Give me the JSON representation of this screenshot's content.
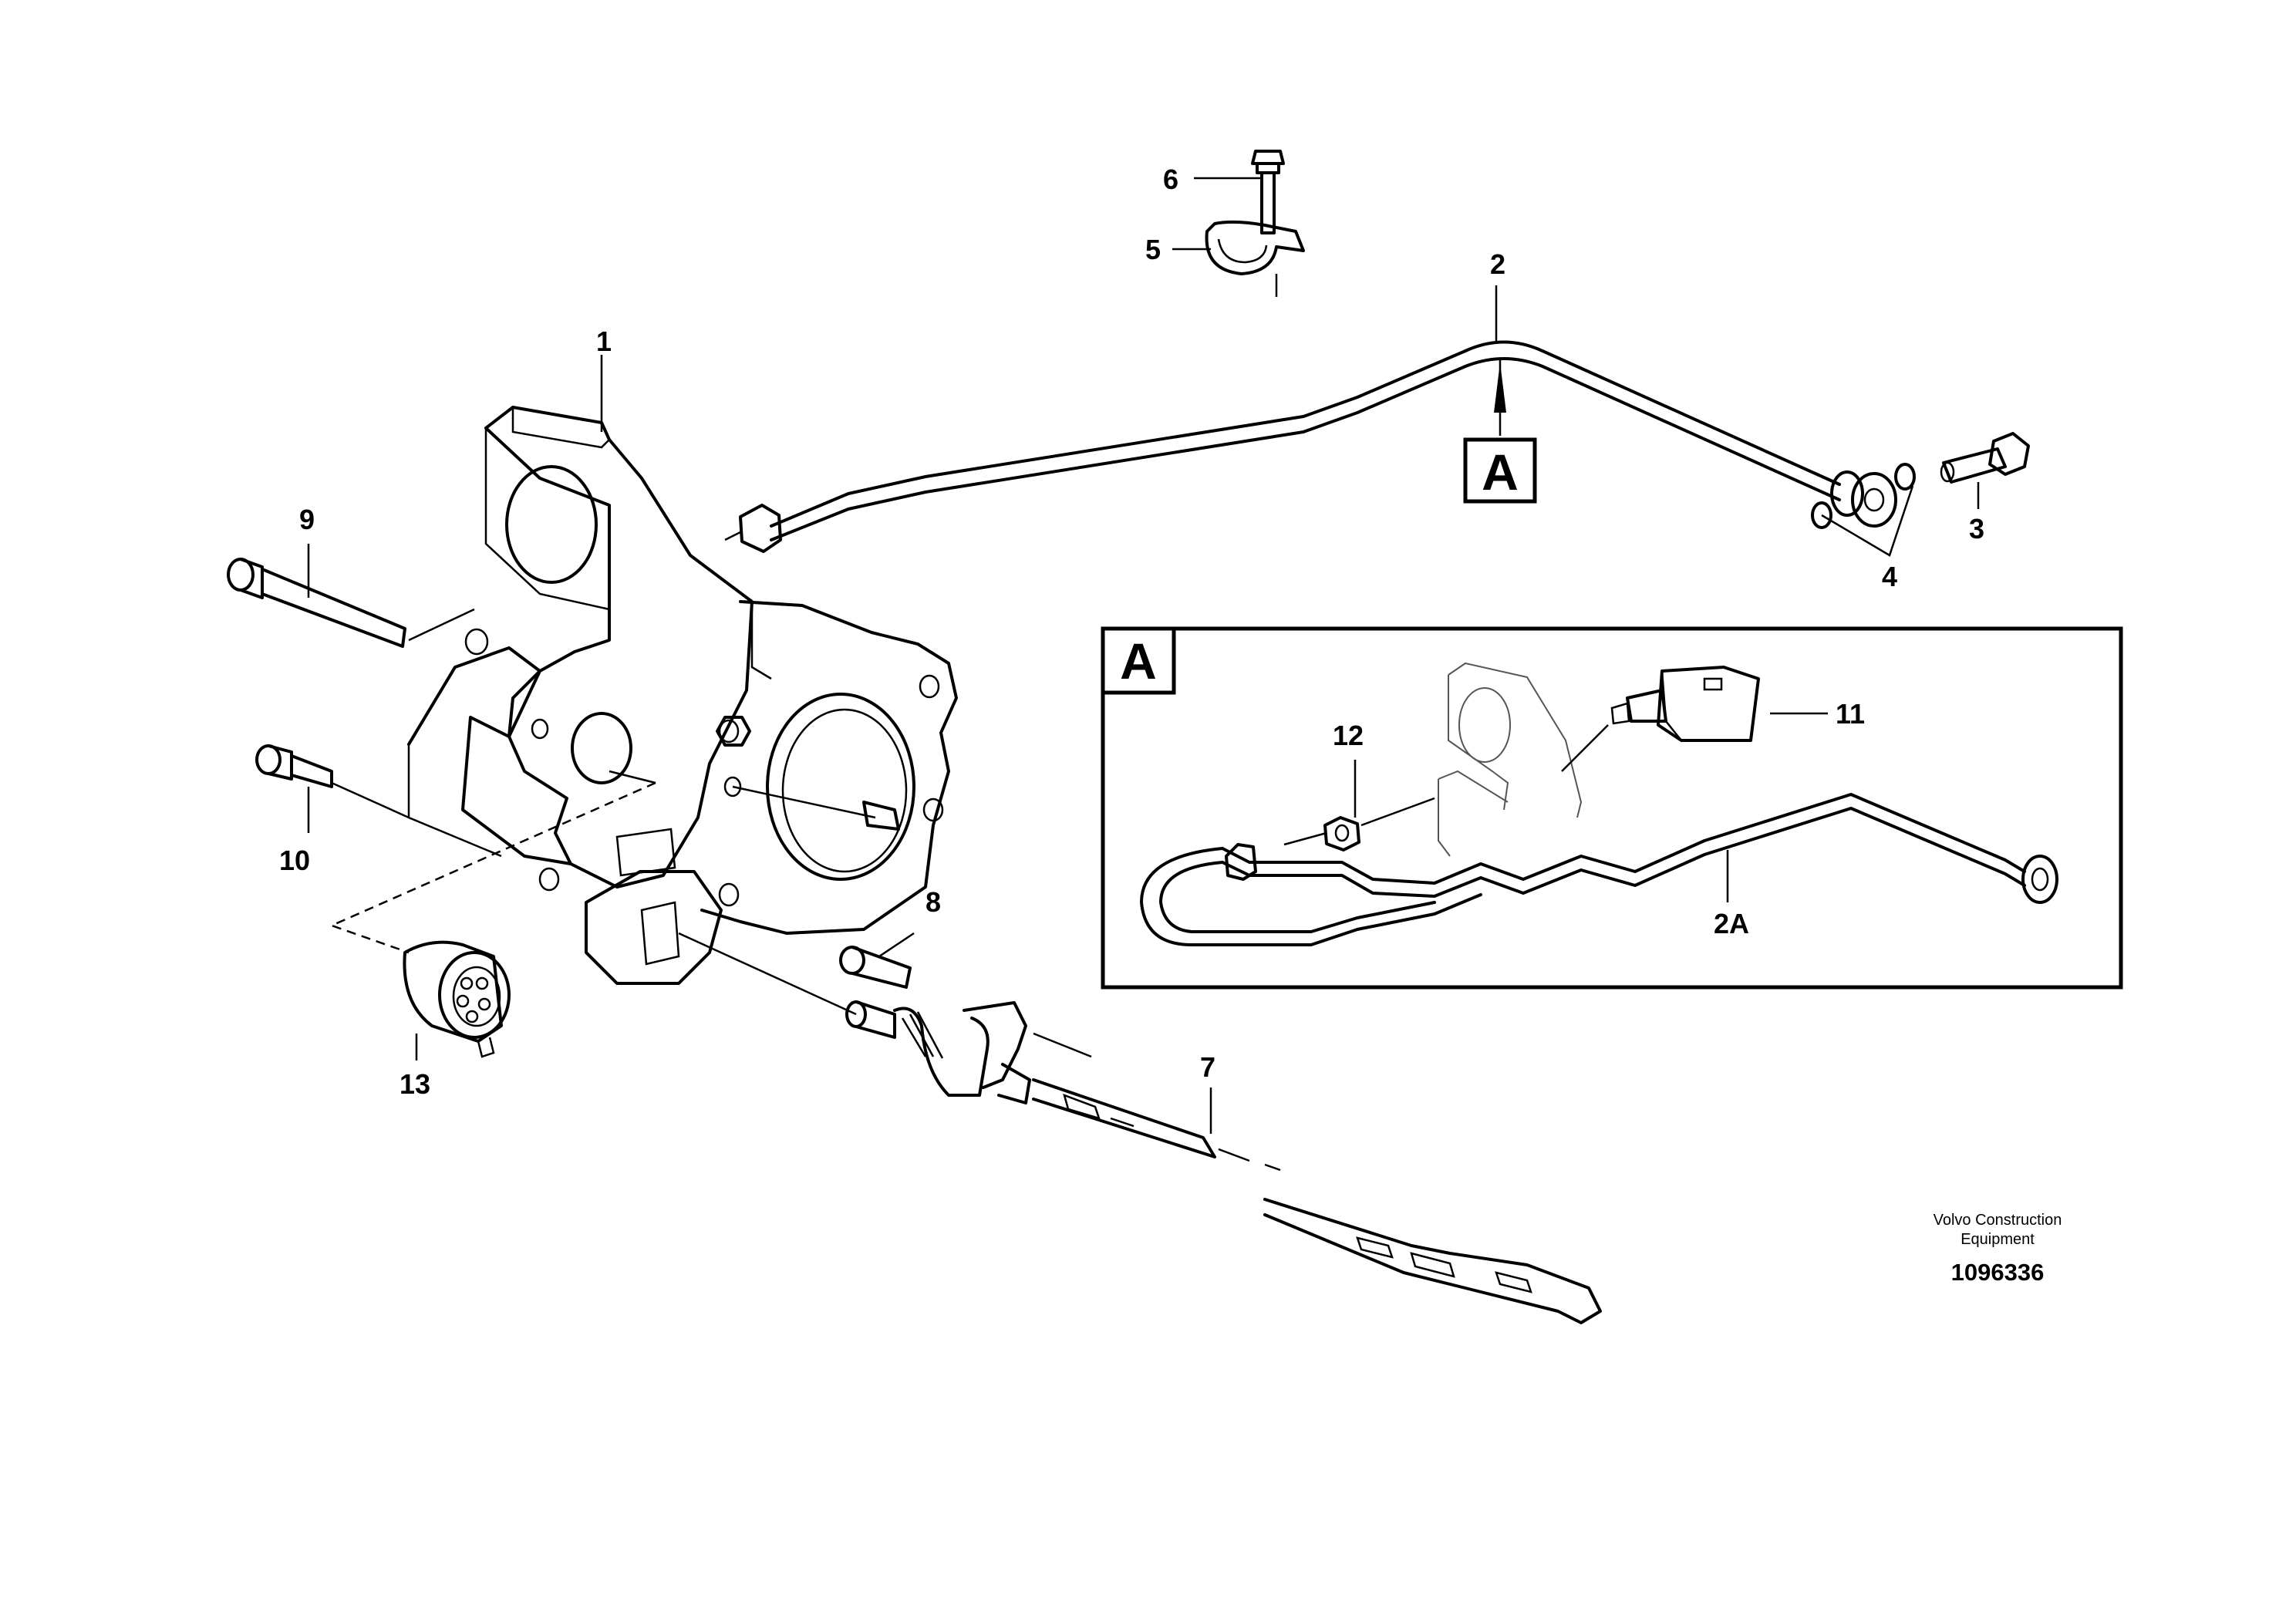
{
  "callouts": {
    "p1": "1",
    "p2": "2",
    "p3": "3",
    "p4": "4",
    "p5": "5",
    "p6": "6",
    "p7": "7",
    "p8": "8",
    "p9": "9",
    "p10": "10",
    "p11": "11",
    "p12": "12",
    "p13": "13",
    "p2a": "2A"
  },
  "detail_marker": "A",
  "detail_box_label": "A",
  "brand": {
    "line1": "Volvo Construction",
    "line2": "Equipment"
  },
  "document_number": "1096336"
}
